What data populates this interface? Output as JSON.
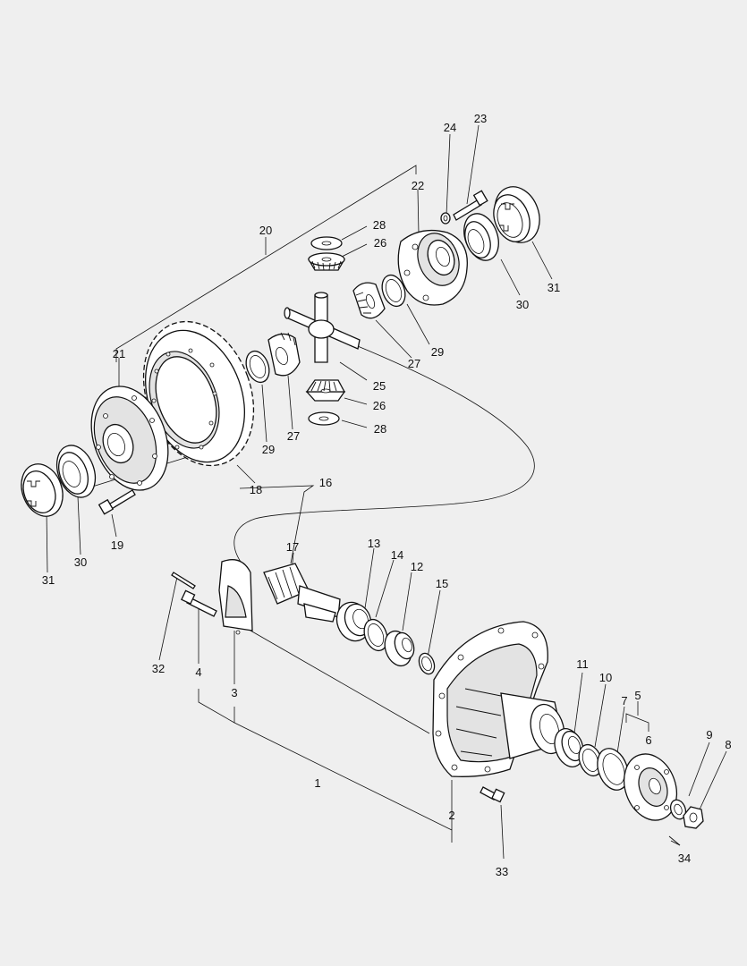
{
  "diagram": {
    "labels": {
      "l1": "1",
      "l2": "2",
      "l3": "3",
      "l4": "4",
      "l5": "5",
      "l6": "6",
      "l7": "7",
      "l8": "8",
      "l9": "9",
      "l10": "10",
      "l11": "11",
      "l12": "12",
      "l13": "13",
      "l14": "14",
      "l15": "15",
      "l16": "16",
      "l17": "17",
      "l18": "18",
      "l19": "19",
      "l20": "20",
      "l21": "21",
      "l22": "22",
      "l23": "23",
      "l24": "24",
      "l25": "25",
      "l26a": "26",
      "l26b": "26",
      "l27a": "27",
      "l27b": "27",
      "l28a": "28",
      "l28b": "28",
      "l29a": "29",
      "l29b": "29",
      "l30a": "30",
      "l30b": "30",
      "l31a": "31",
      "l31b": "31",
      "l32": "32",
      "l33": "33",
      "l34": "34"
    }
  }
}
